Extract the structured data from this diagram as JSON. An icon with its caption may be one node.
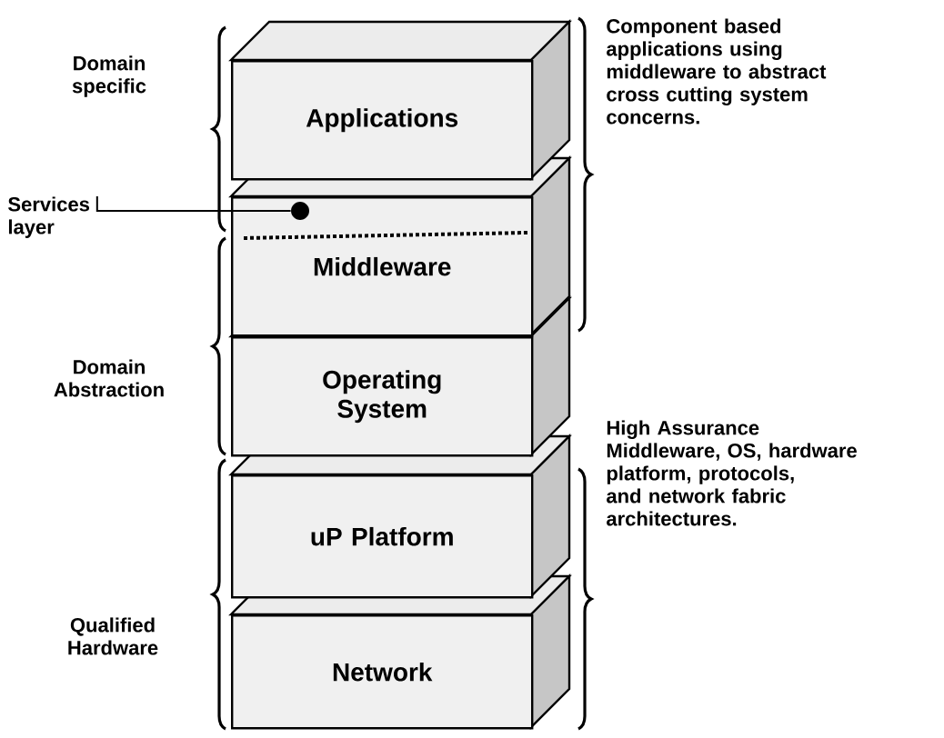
{
  "diagram": {
    "nodes": [
      {
        "text": [
          "Applications"
        ]
      },
      {
        "text": [
          "Middleware"
        ]
      },
      {
        "text": [
          "Operating System"
        ]
      },
      {
        "text": [
          "uP Platform"
        ]
      },
      {
        "text": [
          "Network"
        ]
      },
      {
        "text": [
          "Services layer"
        ]
      },
      {
        "text": [],
        "shape": "circle",
        "in": 1
      }
    ],
    "edges": [
      {
        "from": 5,
        "to": 6,
        "arrow": "none"
      }
    ],
    "labels": [
      "Domain specific",
      "Domain Abstraction",
      "Qualified Hardware",
      "Component based applications using middleware to abstract cross cutting system concerns.",
      "High Assurance Middleware, OS, hardware platform, protocols, and network fabric architectures."
    ]
  }
}
